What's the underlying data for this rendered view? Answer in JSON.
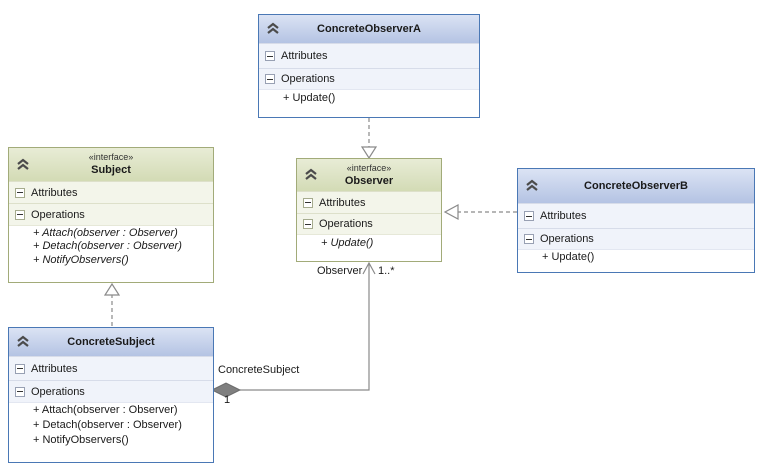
{
  "colors": {
    "blue_border": "#4a78b5",
    "blue_header_top": "#dbe3f4",
    "blue_header_bottom": "#b4c3e3",
    "blue_footer_strip": "#bec9e6",
    "green_border": "#a2ab79",
    "green_header_top": "#e8ecd6",
    "green_header_bottom": "#d3dbb5",
    "green_footer_strip": "#dce1c4",
    "connector_gray": "#8a8a8a",
    "diamond_fill": "#7f7f7f"
  },
  "classes": {
    "concrete_observer_a": {
      "title": "ConcreteObserverA",
      "attributes_label": "Attributes",
      "operations_label": "Operations",
      "operations": [
        "+ Update()"
      ]
    },
    "subject": {
      "stereotype": "«interface»",
      "title": "Subject",
      "attributes_label": "Attributes",
      "operations_label": "Operations",
      "operations": [
        "+ Attach(observer : Observer)",
        "+ Detach(observer : Observer)",
        "+ NotifyObservers()"
      ]
    },
    "observer": {
      "stereotype": "«interface»",
      "title": "Observer",
      "attributes_label": "Attributes",
      "operations_label": "Operations",
      "operations": [
        "+ Update()"
      ]
    },
    "concrete_observer_b": {
      "title": "ConcreteObserverB",
      "attributes_label": "Attributes",
      "operations_label": "Operations",
      "operations": [
        "+ Update()"
      ]
    },
    "concrete_subject": {
      "title": "ConcreteSubject",
      "attributes_label": "Attributes",
      "operations_label": "Operations",
      "operations": [
        "+ Attach(observer : Observer)",
        "+ Detach(observer : Observer)",
        "+ NotifyObservers()"
      ]
    }
  },
  "association": {
    "source_role": "ConcreteSubject",
    "source_multiplicity": "1",
    "target_role": "Observer",
    "target_multiplicity": "1..*"
  }
}
